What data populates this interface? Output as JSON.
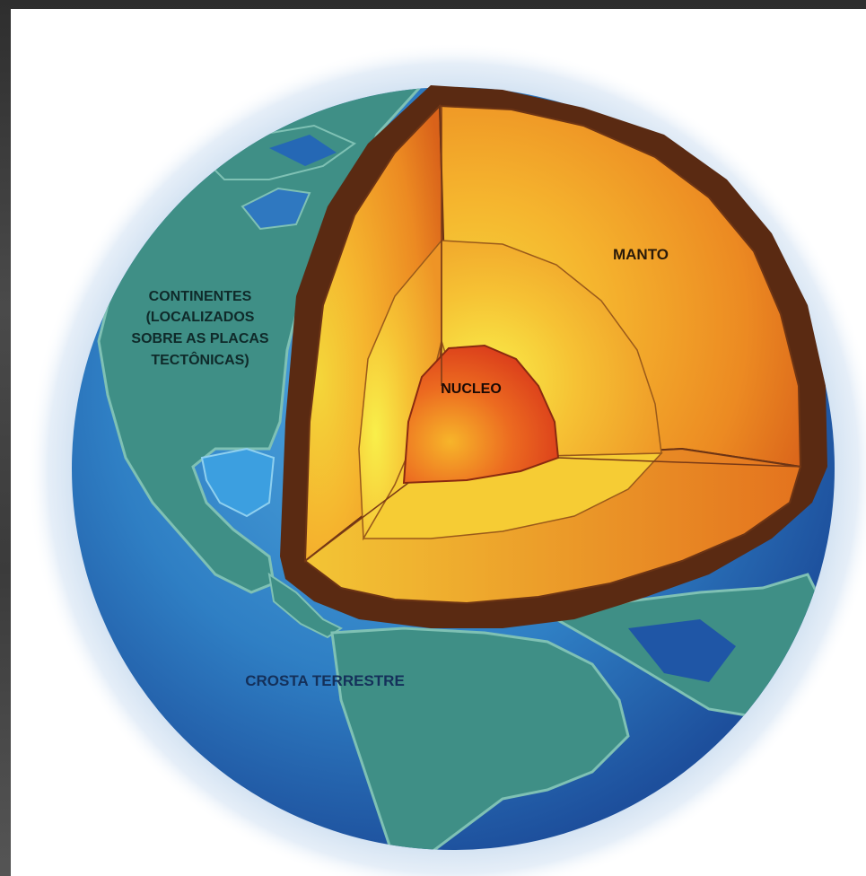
{
  "labels": {
    "manto": "MANTO",
    "nucleo": "NUCLEO",
    "continentes_1": "CONTINENTES",
    "continentes_2": "(LOCALIZADOS",
    "continentes_3": "SOBRE AS PLACAS",
    "continentes_4": "TECTÔNICAS)",
    "crosta": "CROSTA TERRESTRE"
  },
  "colors": {
    "ocean": "#2f7fc4",
    "ocean_deep": "#1d4f9c",
    "land": "#3e8f86",
    "land_light": "#5fae9c",
    "crust": "#5a2a12",
    "mantle_outer": "#e8731c",
    "mantle_inner": "#f6b830",
    "core": "#e0491c",
    "glow": "#c9dcef"
  }
}
